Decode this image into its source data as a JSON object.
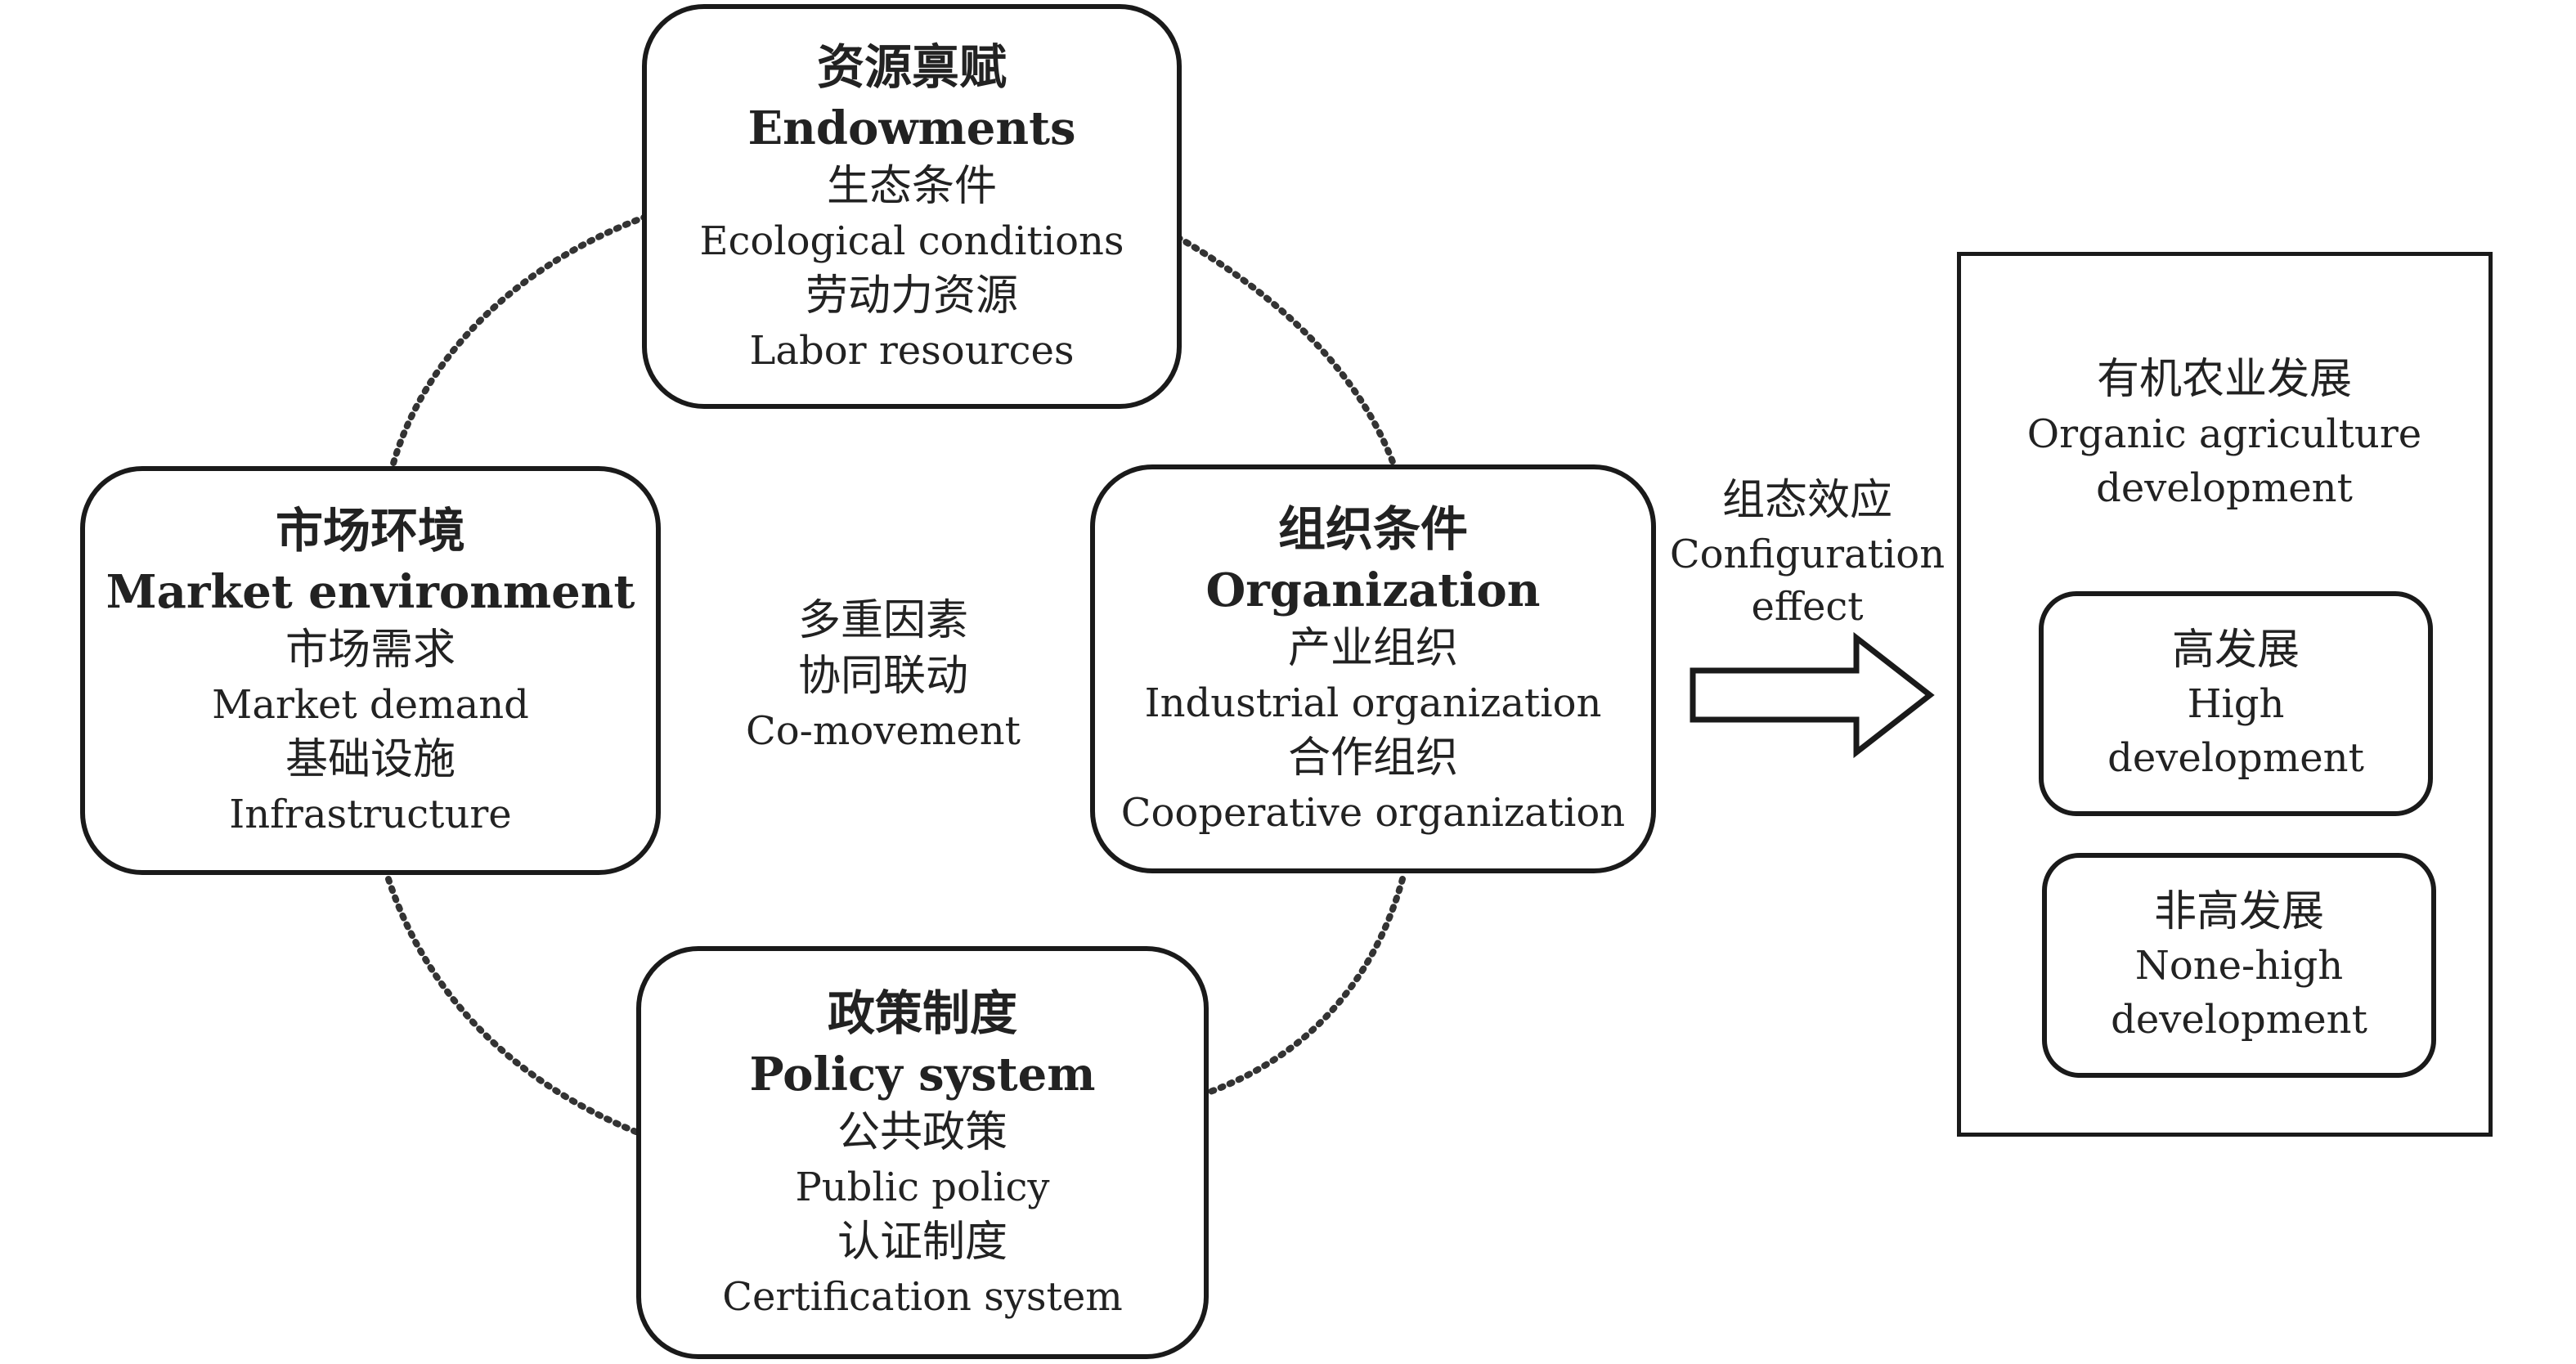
{
  "factors": {
    "endowments": {
      "zh_title": "资源禀赋",
      "en_title": "Endowments",
      "items": [
        {
          "zh": "生态条件",
          "en": "Ecological conditions"
        },
        {
          "zh": "劳动力资源",
          "en": "Labor resources"
        }
      ]
    },
    "market": {
      "zh_title": "市场环境",
      "en_title": "Market environment",
      "items": [
        {
          "zh": "市场需求",
          "en": "Market demand"
        },
        {
          "zh": "基础设施",
          "en": "Infrastructure"
        }
      ]
    },
    "organization": {
      "zh_title": "组织条件",
      "en_title": "Organization",
      "items": [
        {
          "zh": "产业组织",
          "en": "Industrial organization"
        },
        {
          "zh": "合作组织",
          "en": "Cooperative organization"
        }
      ]
    },
    "policy": {
      "zh_title": "政策制度",
      "en_title": "Policy system",
      "items": [
        {
          "zh": "公共政策",
          "en": "Public policy"
        },
        {
          "zh": "认证制度",
          "en": "Certification system"
        }
      ]
    }
  },
  "center": {
    "zh_line1": "多重因素",
    "zh_line2": "协同联动",
    "en": "Co-movement"
  },
  "effect": {
    "zh": "组态效应",
    "en_line1": "Configuration",
    "en_line2": "effect"
  },
  "outcome": {
    "zh_title": "有机农业发展",
    "en_line1": "Organic agriculture",
    "en_line2": "development",
    "high": {
      "zh": "高发展",
      "en_line1": "High",
      "en_line2": "development"
    },
    "nonhigh": {
      "zh": "非高发展",
      "en_line1": "None-high",
      "en_line2": "development"
    }
  }
}
